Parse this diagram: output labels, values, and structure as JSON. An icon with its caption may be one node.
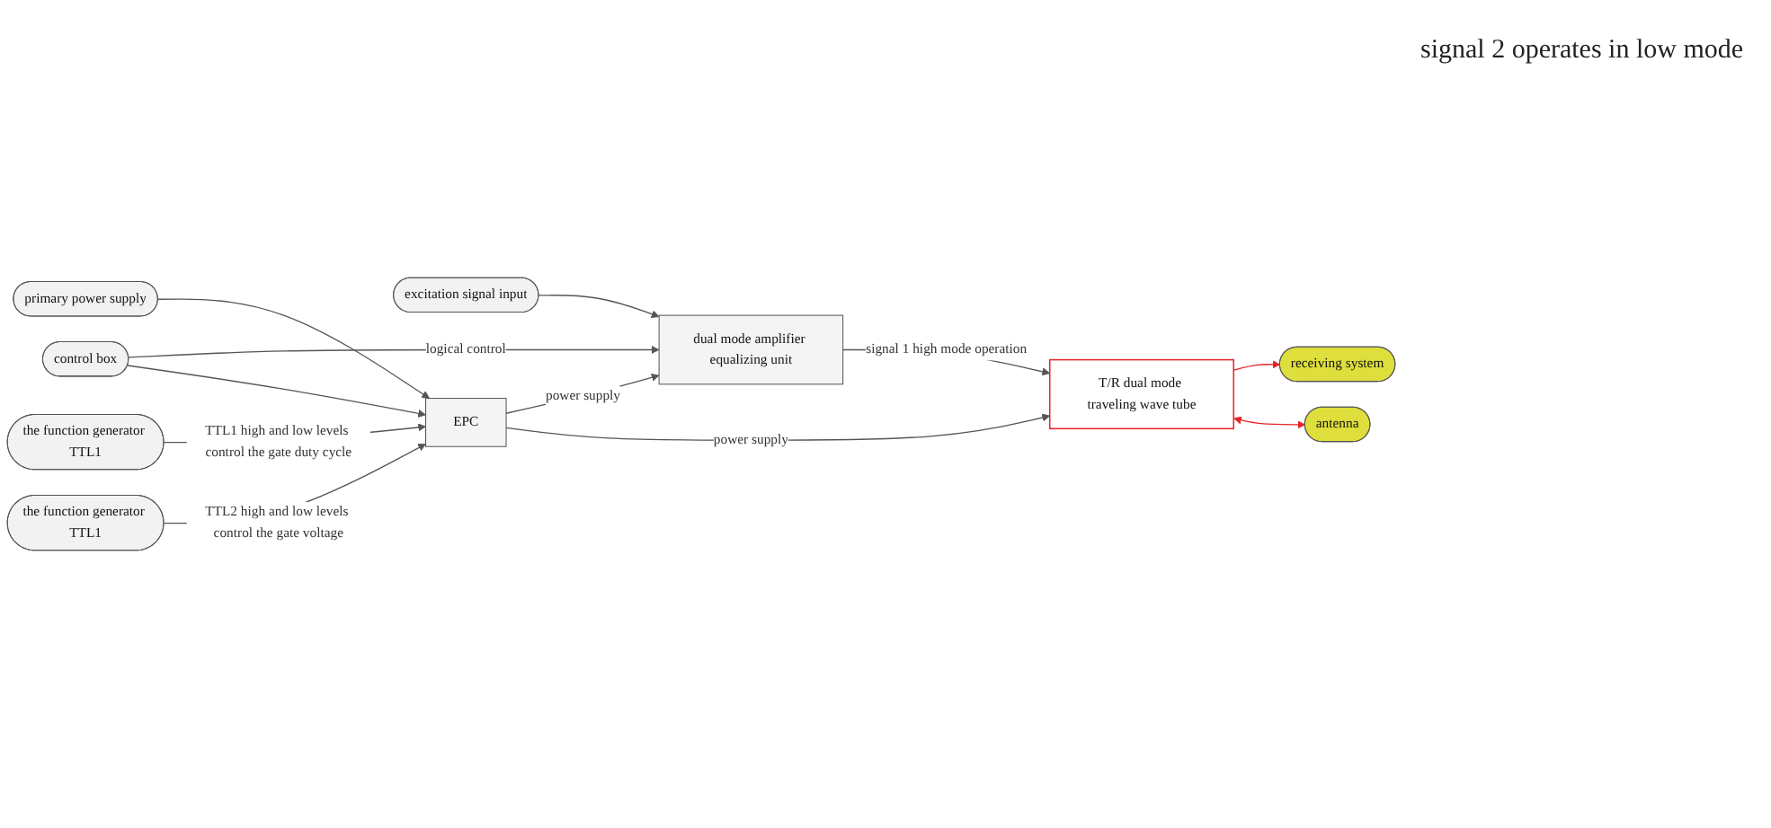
{
  "diagram": {
    "nodes": [
      {
        "text": [
          "excitation signal input"
        ]
      },
      {
        "text": [
          "control box"
        ]
      },
      {
        "text": [
          "primary power supply"
        ]
      },
      {
        "text": [
          "the function generator TTL1"
        ]
      },
      {
        "text": [
          "dual mode amplifier equalizing unit"
        ]
      },
      {
        "text": [
          "EPC"
        ]
      },
      {
        "text": [
          "T/R dual mode traveling wave tube"
        ]
      },
      {
        "text": [
          "receiving system"
        ]
      },
      {
        "text": [
          "antenna"
        ]
      },
      {
        "text": [
          "the function generator TTL1"
        ]
      }
    ],
    "edges": [
      {
        "from": 0,
        "to": 4,
        "arrow": "to"
      },
      {
        "from": 1,
        "to": 4,
        "arrow": "to",
        "label": "logical control"
      },
      {
        "from": 1,
        "to": 5,
        "arrow": "to"
      },
      {
        "from": 2,
        "to": 5,
        "arrow": "to"
      },
      {
        "from": 3,
        "to": 5,
        "arrow": "to",
        "label": "TTL1 high and low levels control the gate duty cycle"
      },
      {
        "from": 9,
        "to": 5,
        "arrow": "to",
        "label": "TTL2 high and low levels control the gate voltage"
      },
      {
        "from": 5,
        "to": 4,
        "arrow": "to",
        "label": "power supply"
      },
      {
        "from": 5,
        "to": 6,
        "arrow": "to",
        "label": "power supply"
      },
      {
        "from": 4,
        "to": 6,
        "arrow": "to",
        "label": "signal 1 high mode operation"
      },
      {
        "from": 6,
        "to": 7,
        "arrow": "to",
        "color": "#e8242a"
      },
      {
        "from": 6,
        "to": 8,
        "arrow": "both",
        "color": "#e8242a"
      }
    ],
    "labels": [
      "signal 2 operates in low mode"
    ]
  }
}
